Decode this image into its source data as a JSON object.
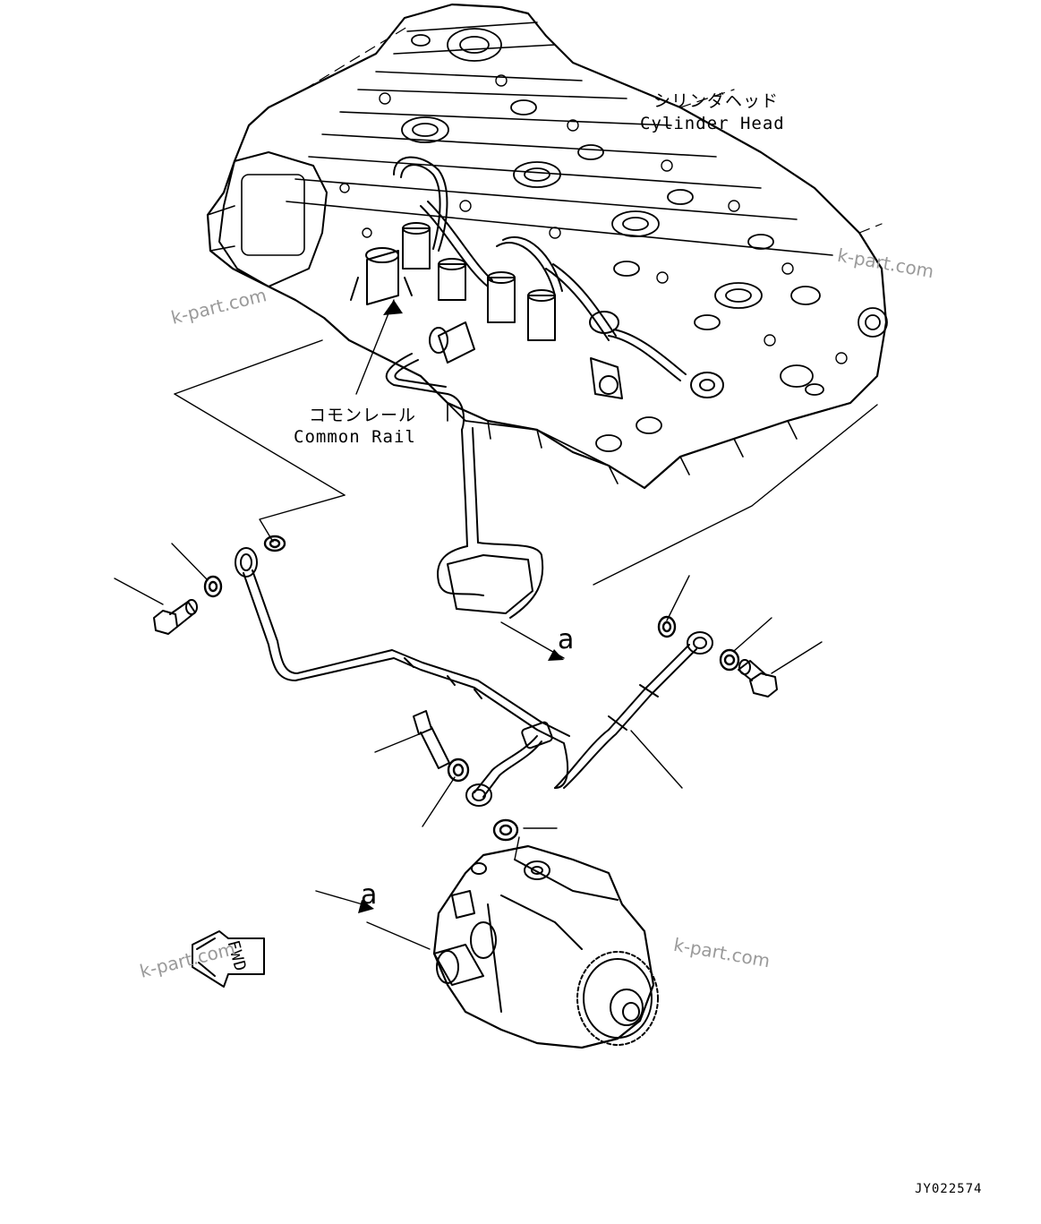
{
  "labels": {
    "cylinder_head_jp": "シリンダヘッド",
    "cylinder_head_en": "Cylinder Head",
    "common_rail_jp": "コモンレール",
    "common_rail_en": "Common Rail",
    "view_arrow_top": "a",
    "view_arrow_bottom": "a",
    "fwd": "FWD"
  },
  "watermarks": [
    "k-part.com",
    "k-part.com",
    "k-part.com",
    "k-part.com"
  ],
  "drawing_id": "JY022574"
}
